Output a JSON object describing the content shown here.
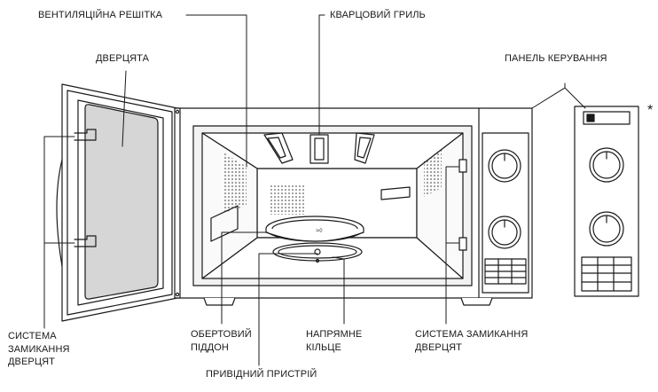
{
  "labels": {
    "vent_grille": "ВЕНТИЛЯЦІЙНА РЕШІТКА",
    "quartz_grill": "КВАРЦОВИЙ ГРИЛЬ",
    "door": "ДВЕРЦЯТА",
    "control_panel": "ПАНЕЛЬ КЕРУВАННЯ",
    "asterisk": "*",
    "door_latch_left": [
      "СИСТЕМА",
      "ЗАМИКАННЯ",
      "ДВЕРЦЯТ"
    ],
    "turntable": [
      "ОБЕРТОВИЙ",
      "ПІДДОН"
    ],
    "roller_ring": [
      "НАПРЯМНЕ",
      "КІЛЬЦЕ"
    ],
    "door_latch_right": [
      "СИСТЕМА ЗАМИКАННЯ",
      "ДВЕРЦЯТ"
    ],
    "drive_coupling": "ПРИВІДНИЙ ПРИСТРІЙ"
  },
  "colors": {
    "line": "#1a1a1a",
    "glass": "#d6d6d6",
    "cavity": "#f4f4f4",
    "fill": "#ffffff"
  }
}
